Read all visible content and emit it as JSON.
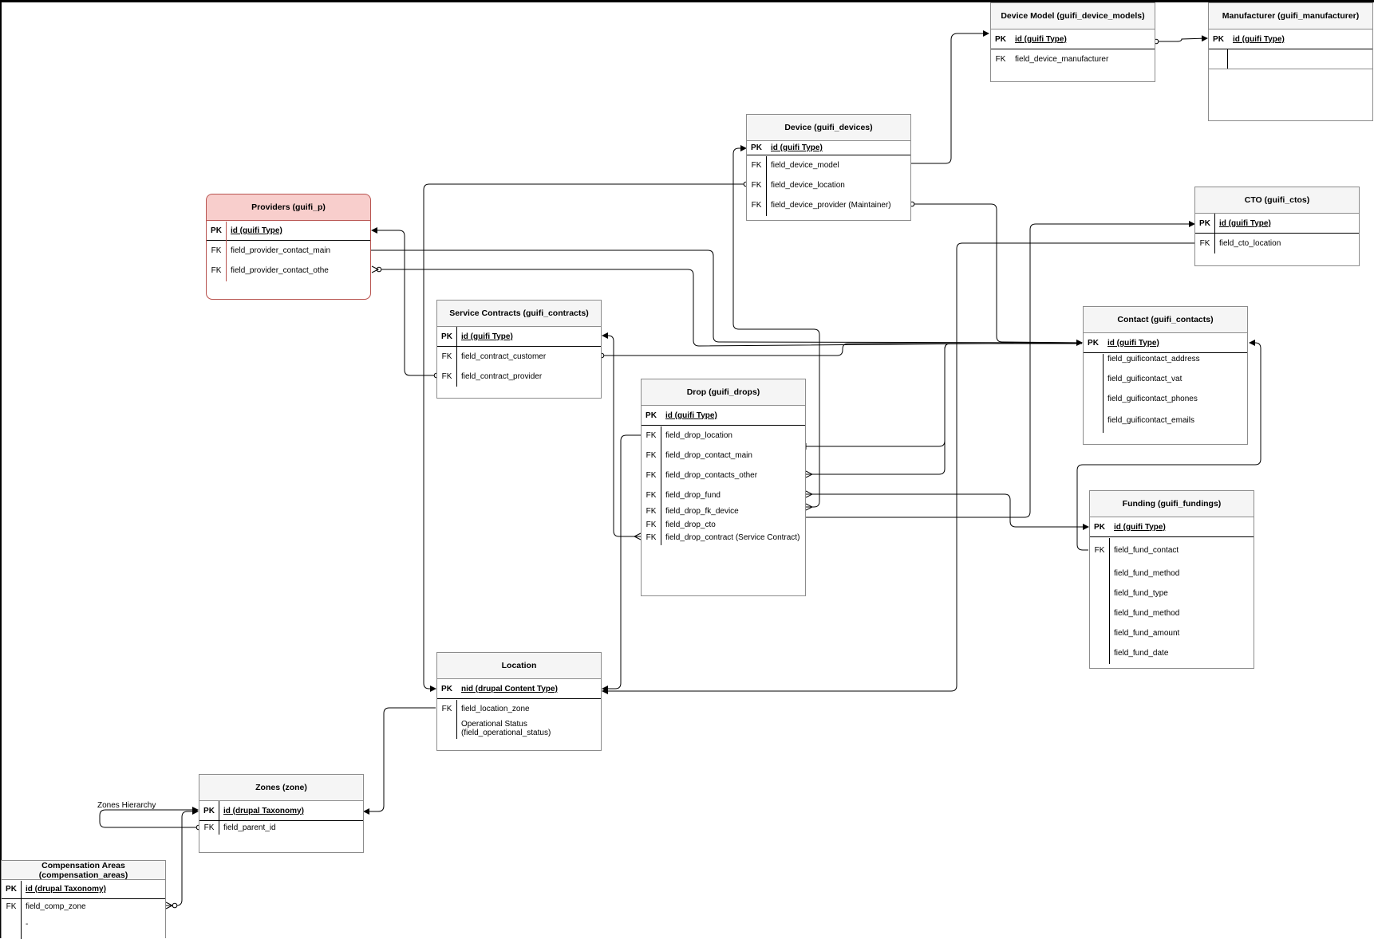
{
  "tables": {
    "device_model": {
      "title": "Device Model (guifi_device_models)",
      "rows": [
        {
          "key": "PK",
          "name": "id (guifi Type)"
        },
        {
          "key": "FK",
          "name": "field_device_manufacturer"
        }
      ]
    },
    "manufacturer": {
      "title": "Manufacturer (guifi_manufacturer)",
      "rows": [
        {
          "key": "PK",
          "name": "id (guifi Type)"
        },
        {
          "key": "",
          "name": ""
        }
      ]
    },
    "device": {
      "title": "Device (guifi_devices)",
      "rows": [
        {
          "key": "PK",
          "name": "id (guifi Type)"
        },
        {
          "key": "FK",
          "name": "field_device_model"
        },
        {
          "key": "FK",
          "name": "field_device_location"
        },
        {
          "key": "FK",
          "name": "field_device_provider (Maintainer)"
        }
      ]
    },
    "providers": {
      "title": "Providers (guifi_p)",
      "rows": [
        {
          "key": "PK",
          "name": "id (guifi Type)"
        },
        {
          "key": "FK",
          "name": "field_provider_contact_main"
        },
        {
          "key": "FK",
          "name": "field_provider_contact_othe"
        }
      ]
    },
    "cto": {
      "title": "CTO (guifi_ctos)",
      "rows": [
        {
          "key": "PK",
          "name": "id (guifi Type)"
        },
        {
          "key": "FK",
          "name": "field_cto_location"
        }
      ]
    },
    "contracts": {
      "title": "Service Contracts (guifi_contracts)",
      "rows": [
        {
          "key": "PK",
          "name": "id (guifi Type)"
        },
        {
          "key": "FK",
          "name": "field_contract_customer"
        },
        {
          "key": "FK",
          "name": "field_contract_provider"
        }
      ]
    },
    "contact": {
      "title": "Contact (guifi_contacts)",
      "rows": [
        {
          "key": "PK",
          "name": "id (guifi Type)"
        },
        {
          "key": "",
          "name": "field_guificontact_address"
        },
        {
          "key": "",
          "name": "field_guificontact_vat"
        },
        {
          "key": "",
          "name": "field_guificontact_phones"
        },
        {
          "key": "",
          "name": "field_guificontact_emails"
        }
      ]
    },
    "drop": {
      "title": "Drop (guifi_drops)",
      "rows": [
        {
          "key": "PK",
          "name": "id (guifi Type)"
        },
        {
          "key": "FK",
          "name": "field_drop_location"
        },
        {
          "key": "FK",
          "name": "field_drop_contact_main"
        },
        {
          "key": "FK",
          "name": "field_drop_contacts_other"
        },
        {
          "key": "FK",
          "name": "field_drop_fund"
        },
        {
          "key": "FK",
          "name": "field_drop_fk_device"
        },
        {
          "key": "FK",
          "name": "field_drop_cto"
        },
        {
          "key": "FK",
          "name": "field_drop_contract (Service Contract)"
        }
      ]
    },
    "funding": {
      "title": "Funding (guifi_fundings)",
      "rows": [
        {
          "key": "PK",
          "name": "id (guifi Type)"
        },
        {
          "key": "FK",
          "name": "field_fund_contact"
        },
        {
          "key": "",
          "name": "field_fund_method"
        },
        {
          "key": "",
          "name": "field_fund_type"
        },
        {
          "key": "",
          "name": "field_fund_method"
        },
        {
          "key": "",
          "name": "field_fund_amount"
        },
        {
          "key": "",
          "name": "field_fund_date"
        }
      ]
    },
    "location": {
      "title": "Location",
      "rows": [
        {
          "key": "PK",
          "name": "nid (drupal Content Type)"
        },
        {
          "key": "FK",
          "name": "field_location_zone"
        },
        {
          "key": "",
          "name": "Operational Status\n(field_operational_status)"
        }
      ]
    },
    "zones": {
      "title": "Zones (zone)",
      "rows": [
        {
          "key": "PK",
          "name": "id (drupal Taxonomy)"
        },
        {
          "key": "FK",
          "name": "field_parent_id"
        }
      ]
    },
    "compensation": {
      "title": "Compensation  Areas\n(compensation_areas)",
      "rows": [
        {
          "key": "PK",
          "name": "id (drupal Taxonomy)"
        },
        {
          "key": "FK",
          "name": "field_comp_zone"
        },
        {
          "key": "",
          "name": "-"
        }
      ]
    }
  },
  "labels": {
    "zones_hierarchy": "Zones Hierarchy"
  }
}
